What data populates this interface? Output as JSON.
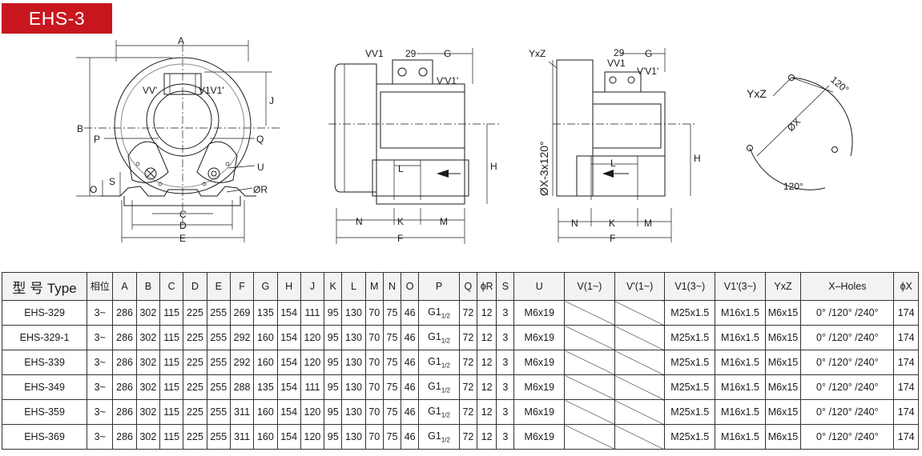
{
  "header": {
    "title": "EHS-3"
  },
  "drawing_labels": {
    "front": {
      "A": "A",
      "B": "B",
      "C": "C",
      "D": "D",
      "E": "E",
      "J": "J",
      "O": "O",
      "S": "S",
      "P": "P",
      "Q": "Q",
      "U": "U",
      "R": "ØR",
      "vv": "VV'",
      "v1v1": "V1V1'"
    },
    "side_single": {
      "vv1": "VV1",
      "g": "G",
      "d29": "29",
      "vv1p": "V'V1'",
      "h": "H",
      "l": "L",
      "n": "N",
      "k": "K",
      "m": "M",
      "f": "F"
    },
    "side_three": {
      "yxz": "YxZ",
      "vv1": "VV1",
      "g": "G",
      "d29": "29",
      "vv1p": "V'V1'",
      "phi": "ØX-3x120°",
      "h": "H",
      "l": "L",
      "n": "N",
      "k": "K",
      "m": "M",
      "f": "F"
    },
    "flange": {
      "yxz": "YxZ",
      "angle1": "120°",
      "angle2": "120°",
      "phix": "ØX"
    }
  },
  "table": {
    "headers": [
      {
        "key": "type",
        "label": "型 号 Type"
      },
      {
        "key": "phase",
        "label": "相位"
      },
      {
        "key": "A",
        "label": "A"
      },
      {
        "key": "B",
        "label": "B"
      },
      {
        "key": "C",
        "label": "C"
      },
      {
        "key": "D",
        "label": "D"
      },
      {
        "key": "E",
        "label": "E"
      },
      {
        "key": "F",
        "label": "F"
      },
      {
        "key": "G",
        "label": "G"
      },
      {
        "key": "H",
        "label": "H"
      },
      {
        "key": "J",
        "label": "J"
      },
      {
        "key": "K",
        "label": "K"
      },
      {
        "key": "L",
        "label": "L"
      },
      {
        "key": "M",
        "label": "M"
      },
      {
        "key": "N",
        "label": "N"
      },
      {
        "key": "O",
        "label": "O"
      },
      {
        "key": "P",
        "label": "P"
      },
      {
        "key": "Q",
        "label": "Q"
      },
      {
        "key": "R",
        "label": "ɸR"
      },
      {
        "key": "S",
        "label": "S"
      },
      {
        "key": "U",
        "label": "U"
      },
      {
        "key": "V1",
        "label": "V(1~)"
      },
      {
        "key": "Vp1",
        "label": "V'(1~)"
      },
      {
        "key": "V13",
        "label": "V1(3~)"
      },
      {
        "key": "V1p3",
        "label": "V1'(3~)"
      },
      {
        "key": "YxZ",
        "label": "YxZ"
      },
      {
        "key": "Xholes",
        "label": "X–Holes"
      },
      {
        "key": "X",
        "label": "ɸX"
      }
    ],
    "rows": [
      {
        "type": "EHS-329",
        "phase": "3~",
        "A": "286",
        "B": "302",
        "C": "115",
        "D": "225",
        "E": "255",
        "F": "269",
        "G": "135",
        "H": "154",
        "J": "111",
        "K": "95",
        "L": "130",
        "M": "70",
        "N": "75",
        "O": "46",
        "P": "G1",
        "P_sub": "1/2",
        "Q": "72",
        "R": "12",
        "S": "3",
        "U": "M6x19",
        "V1": "",
        "Vp1": "",
        "V13": "M25x1.5",
        "V1p3": "M16x1.5",
        "YxZ": "M6x15",
        "Xholes": "0° /120° /240°",
        "X": "174"
      },
      {
        "type": "EHS-329-1",
        "phase": "3~",
        "A": "286",
        "B": "302",
        "C": "115",
        "D": "225",
        "E": "255",
        "F": "292",
        "G": "160",
        "H": "154",
        "J": "120",
        "K": "95",
        "L": "130",
        "M": "70",
        "N": "75",
        "O": "46",
        "P": "G1",
        "P_sub": "1/2",
        "Q": "72",
        "R": "12",
        "S": "3",
        "U": "M6x19",
        "V1": "",
        "Vp1": "",
        "V13": "M25x1.5",
        "V1p3": "M16x1.5",
        "YxZ": "M6x15",
        "Xholes": "0° /120° /240°",
        "X": "174"
      },
      {
        "type": "EHS-339",
        "phase": "3~",
        "A": "286",
        "B": "302",
        "C": "115",
        "D": "225",
        "E": "255",
        "F": "292",
        "G": "160",
        "H": "154",
        "J": "120",
        "K": "95",
        "L": "130",
        "M": "70",
        "N": "75",
        "O": "46",
        "P": "G1",
        "P_sub": "1/2",
        "Q": "72",
        "R": "12",
        "S": "3",
        "U": "M6x19",
        "V1": "",
        "Vp1": "",
        "V13": "M25x1.5",
        "V1p3": "M16x1.5",
        "YxZ": "M6x15",
        "Xholes": "0° /120° /240°",
        "X": "174"
      },
      {
        "type": "EHS-349",
        "phase": "3~",
        "A": "286",
        "B": "302",
        "C": "115",
        "D": "225",
        "E": "255",
        "F": "288",
        "G": "135",
        "H": "154",
        "J": "111",
        "K": "95",
        "L": "130",
        "M": "70",
        "N": "75",
        "O": "46",
        "P": "G1",
        "P_sub": "1/2",
        "Q": "72",
        "R": "12",
        "S": "3",
        "U": "M6x19",
        "V1": "",
        "Vp1": "",
        "V13": "M25x1.5",
        "V1p3": "M16x1.5",
        "YxZ": "M6x15",
        "Xholes": "0° /120° /240°",
        "X": "174"
      },
      {
        "type": "EHS-359",
        "phase": "3~",
        "A": "286",
        "B": "302",
        "C": "115",
        "D": "225",
        "E": "255",
        "F": "311",
        "G": "160",
        "H": "154",
        "J": "120",
        "K": "95",
        "L": "130",
        "M": "70",
        "N": "75",
        "O": "46",
        "P": "G1",
        "P_sub": "1/2",
        "Q": "72",
        "R": "12",
        "S": "3",
        "U": "M6x19",
        "V1": "",
        "Vp1": "",
        "V13": "M25x1.5",
        "V1p3": "M16x1.5",
        "YxZ": "M6x15",
        "Xholes": "0° /120° /240°",
        "X": "174"
      },
      {
        "type": "EHS-369",
        "phase": "3~",
        "A": "286",
        "B": "302",
        "C": "115",
        "D": "225",
        "E": "255",
        "F": "311",
        "G": "160",
        "H": "154",
        "J": "120",
        "K": "95",
        "L": "130",
        "M": "70",
        "N": "75",
        "O": "46",
        "P": "G1",
        "P_sub": "1/2",
        "Q": "72",
        "R": "12",
        "S": "3",
        "U": "M6x19",
        "V1": "",
        "Vp1": "",
        "V13": "M25x1.5",
        "V1p3": "M16x1.5",
        "YxZ": "M6x15",
        "Xholes": "0° /120° /240°",
        "X": "174"
      }
    ]
  },
  "colors": {
    "badge": "#c8161e",
    "line": "#1a1a1a"
  }
}
